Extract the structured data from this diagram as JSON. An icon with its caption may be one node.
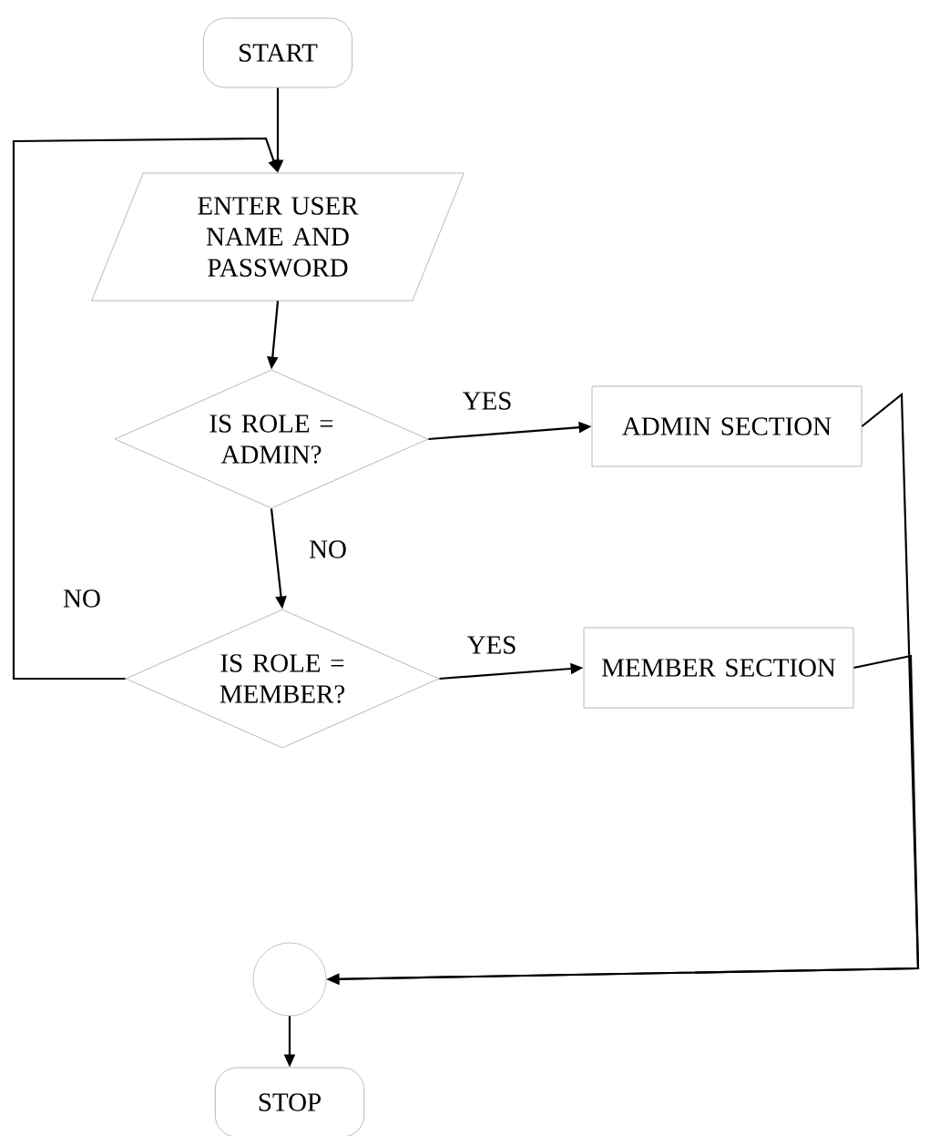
{
  "diagram": {
    "nodes": [
      {
        "text": [
          "START"
        ]
      },
      {
        "text": [
          "ENTER USER NAME AND PASSWORD"
        ]
      },
      {
        "text": [
          "IS ROLE = ADMIN?"
        ]
      },
      {
        "text": [
          "ADMIN SECTION"
        ]
      },
      {
        "text": [
          "IS ROLE = MEMBER?"
        ]
      },
      {
        "text": [
          "MEMBER SECTION"
        ]
      },
      {
        "text": [],
        "shape": "circle"
      },
      {
        "text": [
          "STOP"
        ]
      }
    ],
    "edges": [
      {
        "from": 0,
        "to": 1,
        "arrow": "to"
      },
      {
        "from": 1,
        "to": 2,
        "arrow": "to"
      },
      {
        "from": 2,
        "to": 3,
        "arrow": "to",
        "label": "YES"
      },
      {
        "from": 2,
        "to": 4,
        "arrow": "to",
        "label": "NO"
      },
      {
        "from": 4,
        "to": 5,
        "arrow": "to",
        "label": "YES"
      },
      {
        "from": 4,
        "to": 1,
        "arrow": "to",
        "label": "NO"
      },
      {
        "from": 3,
        "to": 6,
        "arrow": "to"
      },
      {
        "from": 5,
        "to": 6,
        "arrow": "to"
      },
      {
        "from": 6,
        "to": 7,
        "arrow": "to"
      }
    ]
  }
}
